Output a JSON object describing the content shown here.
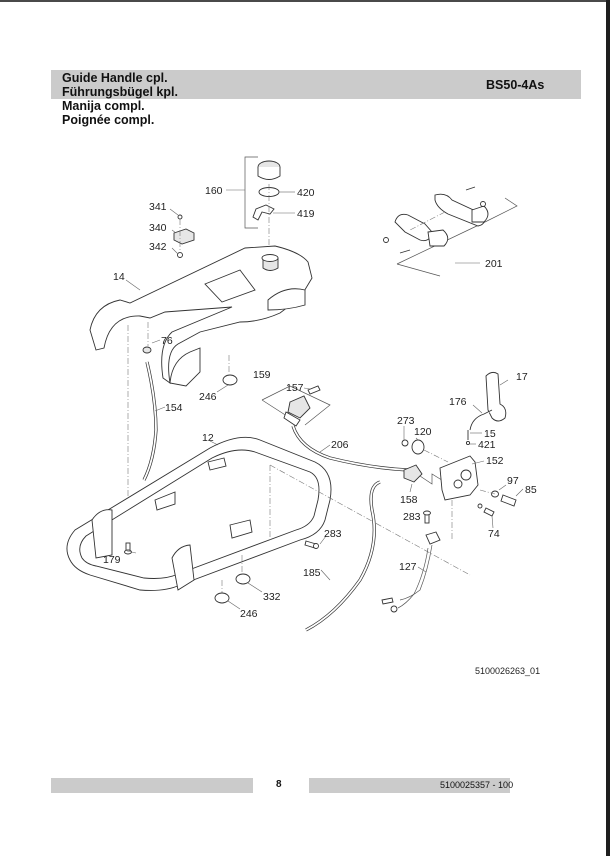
{
  "header": {
    "titles": [
      "Guide Handle cpl.",
      "Führungsbügel kpl.",
      "Manija compl.",
      "Poignée compl."
    ],
    "model": "BS50-4As"
  },
  "diagram": {
    "drawing_id": "5100026263_01",
    "callouts": [
      "160",
      "420",
      "419",
      "341",
      "340",
      "342",
      "201",
      "14",
      "76",
      "246",
      "159",
      "157",
      "154",
      "12",
      "206",
      "17",
      "176",
      "15",
      "421",
      "273",
      "120",
      "152",
      "97",
      "85",
      "158",
      "283",
      "74",
      "179",
      "283",
      "185",
      "127",
      "332",
      "246"
    ]
  },
  "footer": {
    "page_number": "8",
    "document_number": "5100025357 - 100"
  },
  "colors": {
    "band_gray": "#cbcbcb",
    "frame_dark": "#1e1e1e"
  }
}
